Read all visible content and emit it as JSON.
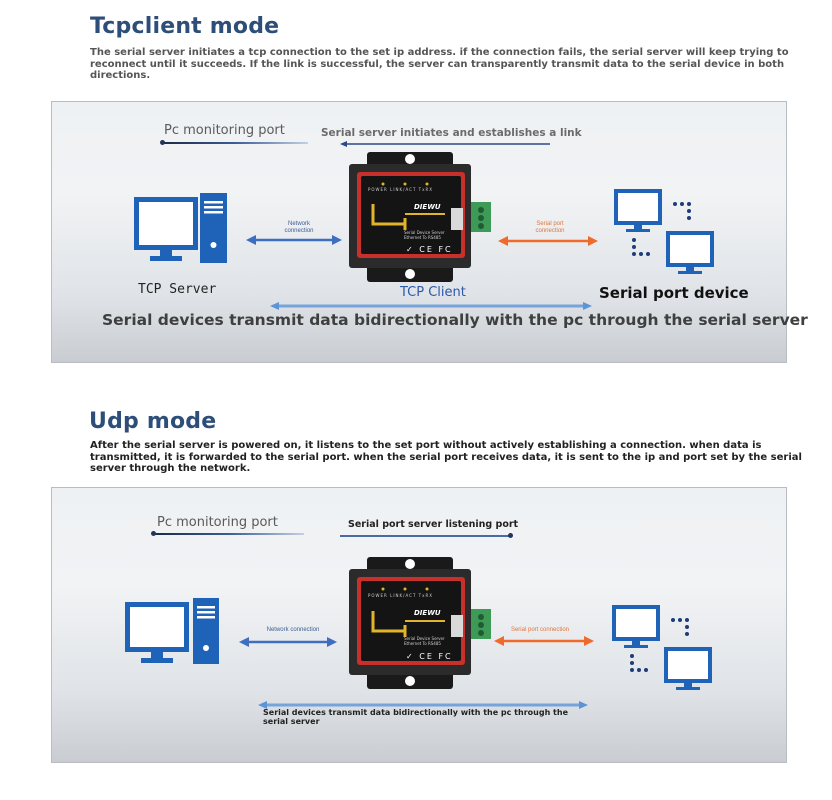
{
  "tcp": {
    "title": "Tcpclient mode",
    "description_lines": [
      "The serial server initiates a tcp connection to the set ip address. if the connection fails, the serial server will keep trying to",
      "reconnect until it succeeds. If the link is successful, the server can transparently transmit data to the serial device in both",
      "directions."
    ],
    "pc_port_label": "Pc monitoring port",
    "link_label": "Serial server initiates and establishes a link",
    "network_connection_lines": [
      "Network",
      "connection"
    ],
    "serial_connection_lines": [
      "Serial port",
      "connection"
    ],
    "server_caption": "TCP Server",
    "client_caption": "TCP Client",
    "device_caption": "Serial port device",
    "bottom_caption": "Serial devices transmit data bidirectionally with the pc through the serial server"
  },
  "udp": {
    "title": "Udp mode",
    "description_lines": [
      "After the serial server is powered on, it listens to the set port without actively establishing a connection. when data is",
      "transmitted, it is forwarded to the serial port. when the serial port receives data, it is sent to the ip and port set by the serial",
      "server through the network."
    ],
    "pc_port_label": "Pc monitoring port",
    "listen_label": "Serial port server listening port",
    "network_connection": "Network connection",
    "serial_connection": "Serial port connection",
    "bottom_caption_lines": [
      "Serial devices transmit data bidirectionally with the pc through the",
      "serial server"
    ]
  },
  "device_face": {
    "brand": "DIEWU",
    "led_labels": [
      "POWER",
      "LINK/ACT",
      "TxRX"
    ],
    "product_lines": [
      "Serial Device Server",
      "Ethernet To RS485"
    ],
    "cert_marks": [
      "✓",
      "CE",
      "FC"
    ]
  },
  "colors": {
    "title_blue": "#2d4e78",
    "arrow_blue": "#3d6ebf",
    "arrow_orange": "#ee6b2b",
    "monitor_blue": "#1e63b8",
    "device_red": "#c8312b"
  }
}
